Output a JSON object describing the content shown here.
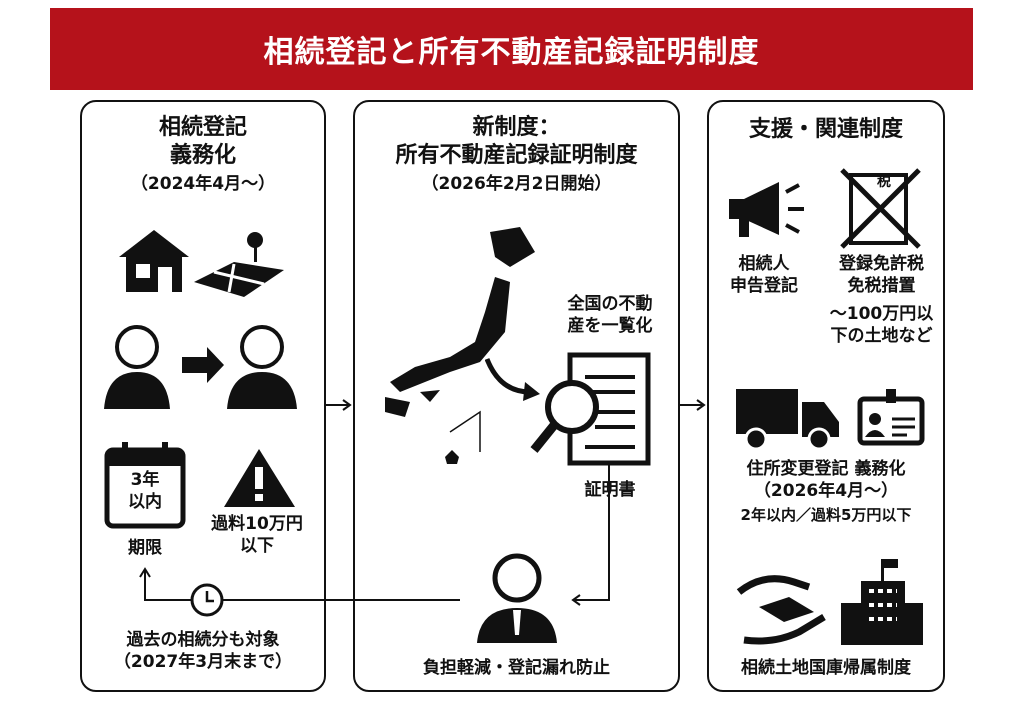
{
  "title": "相続登記と所有不動産記録証明制度",
  "left": {
    "heading1": "相続登記",
    "heading2": "義務化",
    "date": "（2024年4月〜）",
    "calendar1": "3年",
    "calendar2": "以内",
    "deadline": "期限",
    "fine1": "過料10万円",
    "fine2": "以下",
    "past1": "過去の相続分も対象",
    "past2": "（2027年3月末まで）"
  },
  "middle": {
    "heading1": "新制度：",
    "heading2": "所有不動産記録証明制度",
    "date": "（2026年2月2日開始）",
    "list1": "全国の不動",
    "list2": "産を一覧化",
    "certificate": "証明書",
    "benefit": "負担軽減・登記漏れ防止"
  },
  "right": {
    "heading": "支援・関連制度",
    "declare1": "相続人",
    "declare2": "申告登記",
    "tax1": "登録免許税",
    "tax2": "免税措置",
    "tax3": "〜100万円以",
    "tax4": "下の土地など",
    "tax_icon": "税",
    "addr1": "住所変更登記 義務化",
    "addr2": "（2026年4月〜）",
    "addr3": "2年以内／過料5万円以下",
    "return": "相続土地国庫帰属制度"
  },
  "colors": {
    "accent": "#b5121b"
  }
}
